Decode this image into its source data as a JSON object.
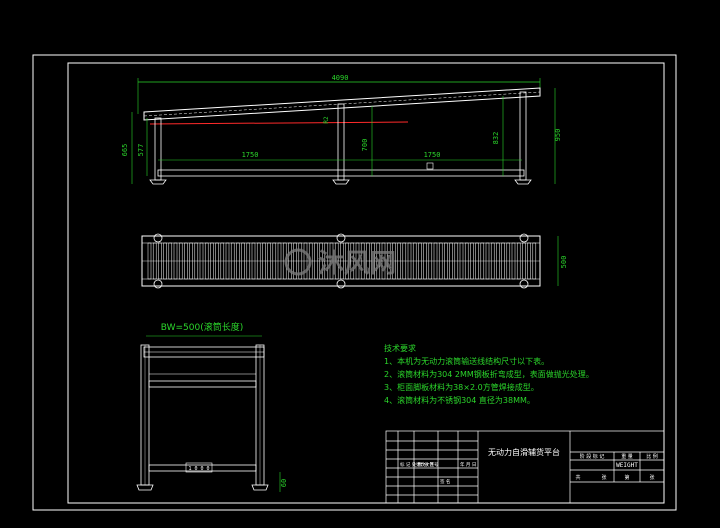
{
  "drawing": {
    "dims": {
      "overall_length": "4090",
      "span_left": "1750",
      "span_right": "1750",
      "height_left_outer": "665",
      "height_left_inner": "577",
      "height_mid": "700",
      "height_right_inner": "832",
      "height_right_outer": "950",
      "width_plan": "500",
      "leg_height": "60",
      "marker_small": "R2"
    },
    "end_view": {
      "label": "BW=500(滚筒长度)",
      "plate_text": "1 0 0 0"
    },
    "watermark": "沐风网",
    "notes": {
      "title": "技术要求",
      "items": [
        "1、本机为无动力滚筒输送线结构尺寸以下表。",
        "2、滚筒材料为304 2MM钢板折弯成型，表面做抛光处理。",
        "3、柜面脚板材料为38×2.0方管焊接成型。",
        "4、滚筒材料为不锈钢304 直径为38MM。"
      ]
    },
    "title_block": {
      "title": "无动力自滑辅货平台",
      "weight_label": "WEIGHT",
      "right_header": [
        "阶 段 标 记",
        "重 量",
        "比 例"
      ],
      "right_footer": [
        "共",
        "张",
        "第",
        "张"
      ],
      "left_rows": [
        "标 记 处 数 分 区",
        "更改文件号",
        "签 名",
        "年 月 日"
      ]
    }
  },
  "colors": {
    "background": "#000000",
    "frame": "#ffffff",
    "dimension": "#2bd62b",
    "text_notes": "#2bd62b",
    "red_line": "#ff2a2a",
    "part_line": "#ffffff",
    "watermark": "#7a7a7a"
  }
}
